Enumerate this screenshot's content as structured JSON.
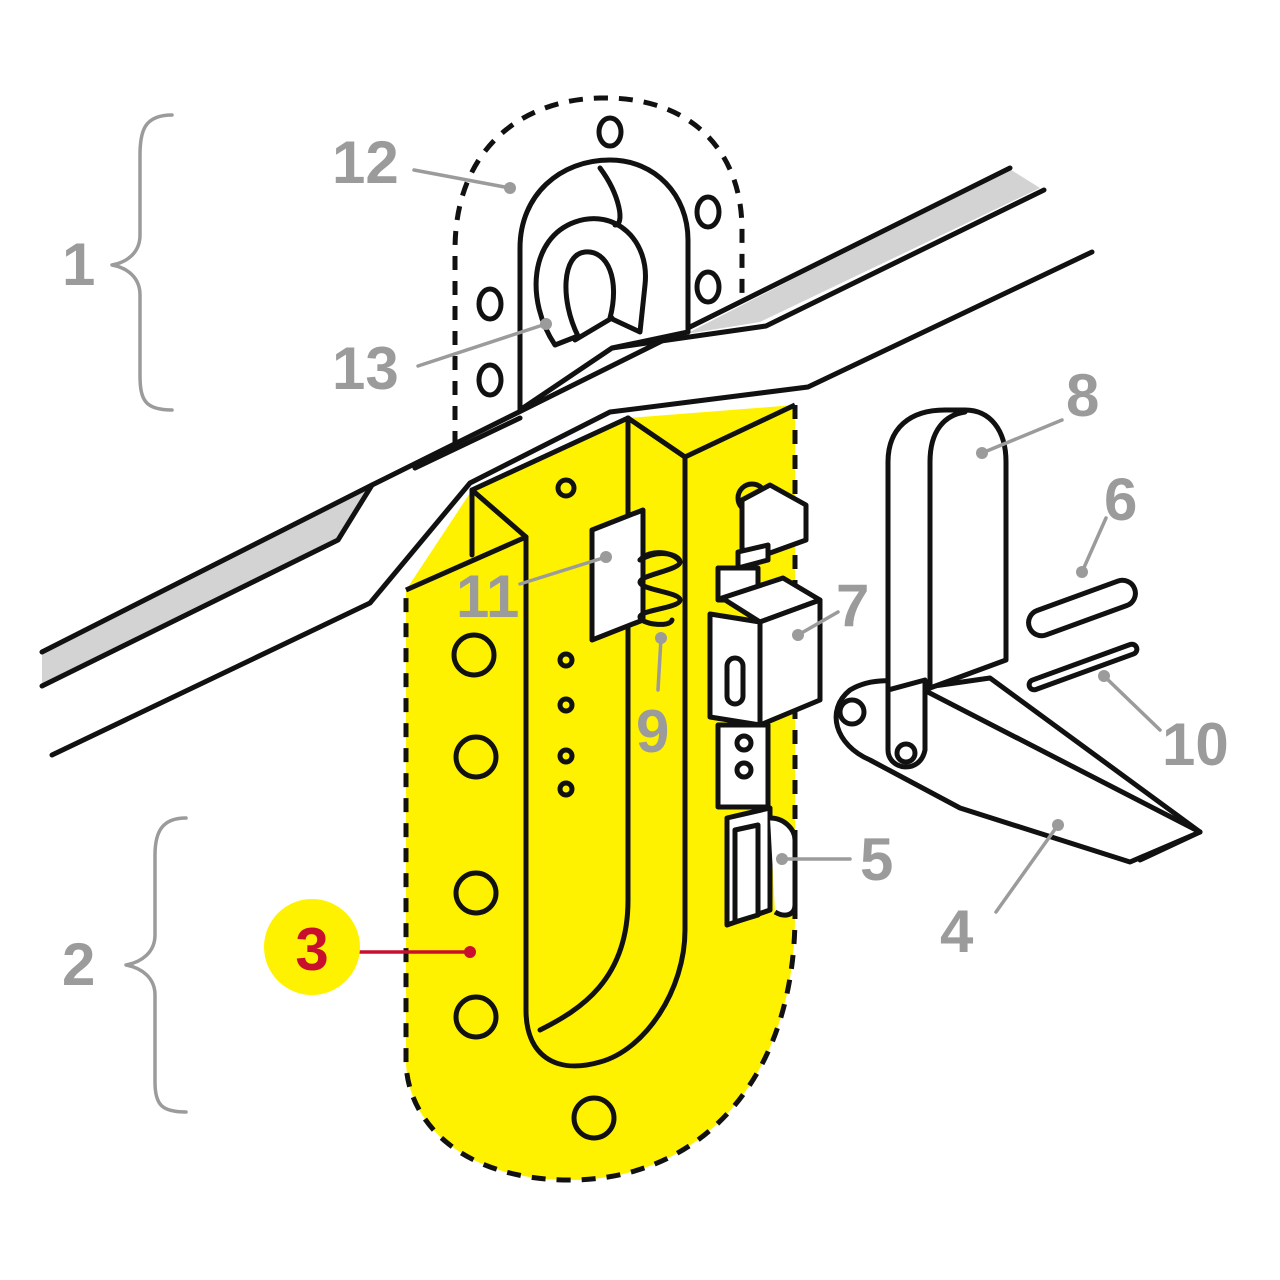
{
  "labels": {
    "l1": "1",
    "l2": "2",
    "l3": "3",
    "l4": "4",
    "l5": "5",
    "l6": "6",
    "l7": "7",
    "l8": "8",
    "l9": "9",
    "l10": "10",
    "l11": "11",
    "l12": "12",
    "l13": "13"
  },
  "colors": {
    "highlight_part": "#fff200",
    "highlight_badge": "#fff200",
    "highlight_text": "#c8102e",
    "label_gray": "#9b9b9b",
    "outline": "#111111"
  }
}
